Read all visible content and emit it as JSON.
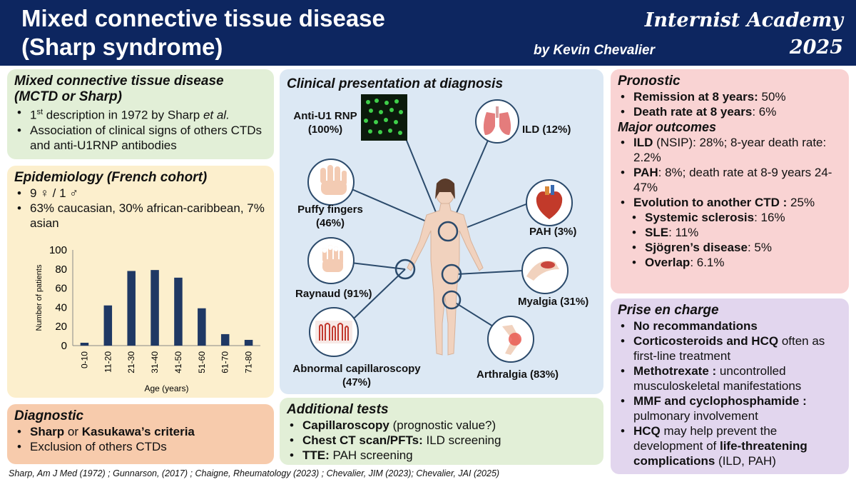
{
  "header": {
    "title_line1": "Mixed connective tissue disease",
    "title_line2": "(Sharp syndrome)",
    "author": "by Kevin Chevalier",
    "brand_line1": "Internist Academy",
    "brand_line2": "2025"
  },
  "mctd": {
    "title_line1": "Mixed connective tissue disease",
    "title_line2": "(MCTD or Sharp)",
    "item1_pre": "1",
    "item1_sup": "st",
    "item1_mid": " description in 1972 by Sharp ",
    "item1_em": "et al.",
    "item2": "Association of clinical signs of others CTDs and anti-U1RNP antibodies"
  },
  "epidemiology": {
    "title": "Epidemiology (French cohort)",
    "item1": "9 ♀ / 1 ♂",
    "item2": "63% caucasian, 30% african-caribbean, 7% asian"
  },
  "chart_data": {
    "type": "bar",
    "categories": [
      "0-10",
      "11-20",
      "21-30",
      "31-40",
      "41-50",
      "51-60",
      "61-70",
      "71-80"
    ],
    "values": [
      3,
      42,
      78,
      79,
      71,
      39,
      12,
      6
    ],
    "xlabel": "Age (years)",
    "ylabel": "Number of patients",
    "ylim": [
      0,
      100
    ],
    "yticks": [
      0,
      20,
      40,
      60,
      80,
      100
    ],
    "bar_color": "#1f3864"
  },
  "diagnostic": {
    "title": "Diagnostic",
    "item1_b1": "Sharp",
    "item1_mid": " or ",
    "item1_b2": "Kasukawa’s criteria",
    "item2": "Exclusion of others CTDs"
  },
  "clinical": {
    "title": "Clinical presentation at diagnosis",
    "anti_u1": "Anti-U1 RNP\n(100%)",
    "ild": "ILD (12%)",
    "puffy": "Puffy fingers\n(46%)",
    "pah": "PAH (3%)",
    "raynaud": "Raynaud (91%)",
    "myalgia": "Myalgia (31%)",
    "capillaroscopy": "Abnormal capillaroscopy\n(47%)",
    "arthralgia": "Arthralgia (83%)"
  },
  "additional": {
    "title": "Additional tests",
    "item1_b": "Capillaroscopy",
    "item1_t": " (prognostic value?)",
    "item2_b": "Chest CT scan/PFTs:",
    "item2_t": " ILD screening",
    "item3_b": "TTE:",
    "item3_t": " PAH screening"
  },
  "prognostic": {
    "title": "Pronostic",
    "remission_b": "Remission at 8 years:",
    "remission_t": " 50%",
    "death_b": "Death rate at 8 years",
    "death_t": ": 6%",
    "major_title": "Major outcomes",
    "ild_b": "ILD",
    "ild_t": " (NSIP): 28%; 8-year death rate: 2.2%",
    "pah_b": "PAH",
    "pah_t": ": 8%; death rate at 8-9 years 24-47%",
    "evo_b": "Evolution to another CTD :",
    "evo_t": " 25%",
    "ssc_b": "Systemic sclerosis",
    "ssc_t": ": 16%",
    "sle_b": "SLE",
    "sle_t": ": 11%",
    "sjo_b": "Sjögren’s disease",
    "sjo_t": ": 5%",
    "overlap_b": "Overlap",
    "overlap_t": ": 6.1%"
  },
  "management": {
    "title": "Prise en charge",
    "item1_b": "No recommandations",
    "item2_b": "Corticosteroids and HCQ",
    "item2_t": " often as first-line treatment",
    "item3_b": "Methotrexate :",
    "item3_t": " uncontrolled musculoskeletal manifestations",
    "item4_b": "MMF and cyclophosphamide :",
    "item4_t": " pulmonary involvement",
    "item5_b": "HCQ",
    "item5_t": " may help prevent the development of ",
    "item5_b2": "life-threatening complications",
    "item5_t2": " (ILD, PAH)"
  },
  "references": "Sharp, Am J Med (1972) ; Gunnarson, (2017) ; Chaigne, Rheumatology (2023) ; Chevalier, JIM (2023);  Chevalier, JAI (2025)"
}
